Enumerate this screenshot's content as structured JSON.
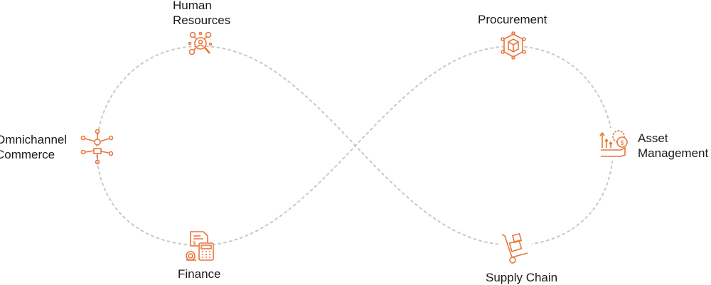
{
  "colors": {
    "accent": "#e8763a",
    "path": "#c8c8c8",
    "text": "#1a1a1a"
  },
  "nodes": [
    {
      "id": "hr",
      "label_lines": [
        "Human",
        "Resources"
      ],
      "icon": "people-search-icon"
    },
    {
      "id": "procurement",
      "label_lines": [
        "Procurement"
      ],
      "icon": "box-network-icon"
    },
    {
      "id": "omnichannel",
      "label_lines": [
        "Omnichannel",
        "Commerce"
      ],
      "icon": "hub-network-icon"
    },
    {
      "id": "asset",
      "label_lines": [
        "Asset",
        "Management"
      ],
      "icon": "gear-coin-growth-icon"
    },
    {
      "id": "finance",
      "label_lines": [
        "Finance"
      ],
      "icon": "calculator-document-icon"
    },
    {
      "id": "supply",
      "label_lines": [
        "Supply Chain"
      ],
      "icon": "hand-truck-icon"
    }
  ]
}
